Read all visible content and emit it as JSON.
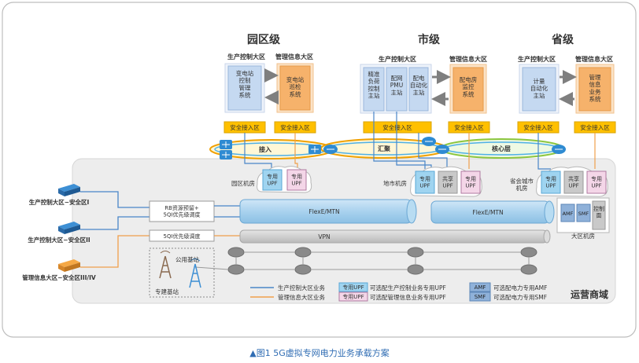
{
  "levels": {
    "park": "园区级",
    "city": "市级",
    "province": "省级"
  },
  "zones": {
    "production": "生产控制大区",
    "management": "管理信息大区",
    "secure_access": "安全接入区"
  },
  "park_systems": {
    "substation_control": "变电站\n控制\n管理\n系统",
    "substation_patrol": "变电站\n巡检\n系统"
  },
  "city_systems": {
    "load_control": "精准\n负荷\n控制\n主站",
    "pmu": "配网\nPMU\n主站",
    "dist_auto": "配电\n自动化\n主站",
    "room_monitor": "配电房\n监控\n系统"
  },
  "province_systems": {
    "metering": "计量\n自动化\n主站",
    "mgmt_info": "管理\n信息\n业务\n系统"
  },
  "ring_labels": {
    "access": "接入",
    "aggregation": "汇聚",
    "core": "核心层"
  },
  "rooms": {
    "park": "园区机房",
    "city": "地市机房",
    "province_city": "省会城市\n机房",
    "region": "大区机房"
  },
  "upf": {
    "dedicated": "专用\nUPF",
    "shared": "共享\nUPF"
  },
  "nf": {
    "amf": "AMF",
    "smf": "SMF",
    "control_plane": "控制\n面"
  },
  "left_zones": {
    "prod1": "生产控制大区−安全区I",
    "prod2": "生产控制大区−安全区II",
    "mgmt": "管理信息大区−安全区III/IV"
  },
  "scheduling": {
    "rb": "RB资源预留+\n5QI优先级调度",
    "qi": "5QI优先级调度"
  },
  "pipes": {
    "flexe1": "FlexE/MTN",
    "flexe2": "FlexE/MTN",
    "vpn": "VPN"
  },
  "stations": {
    "public": "公用基站",
    "dedicated": "专建基站"
  },
  "legend": {
    "prod_line": "生产控制大区业务",
    "mgmt_line": "管理信息大区业务",
    "upf_prod_tag": "专用UPF",
    "upf_prod_desc": "可选配生产控制业务专用UPF",
    "upf_mgmt_tag": "专用UPF",
    "upf_mgmt_desc": "可选配管理信息业务专用UPF",
    "amf_tag": "AMF",
    "amf_desc": "可选配电力专用AMF",
    "smf_tag": "SMF",
    "smf_desc": "可选配电力专用SMF"
  },
  "operator": "运营商域",
  "caption": "▲图1 5G虚拟专网电力业务承载方案",
  "colors": {
    "production": "#c5d9f1",
    "management": "#f6b26b",
    "secure": "#ffc000",
    "prod_line": "#4a86c8",
    "mgmt_line": "#f0a04b",
    "upf_pink": "#f4d6e8",
    "gray_box": "#c9c9c9"
  }
}
